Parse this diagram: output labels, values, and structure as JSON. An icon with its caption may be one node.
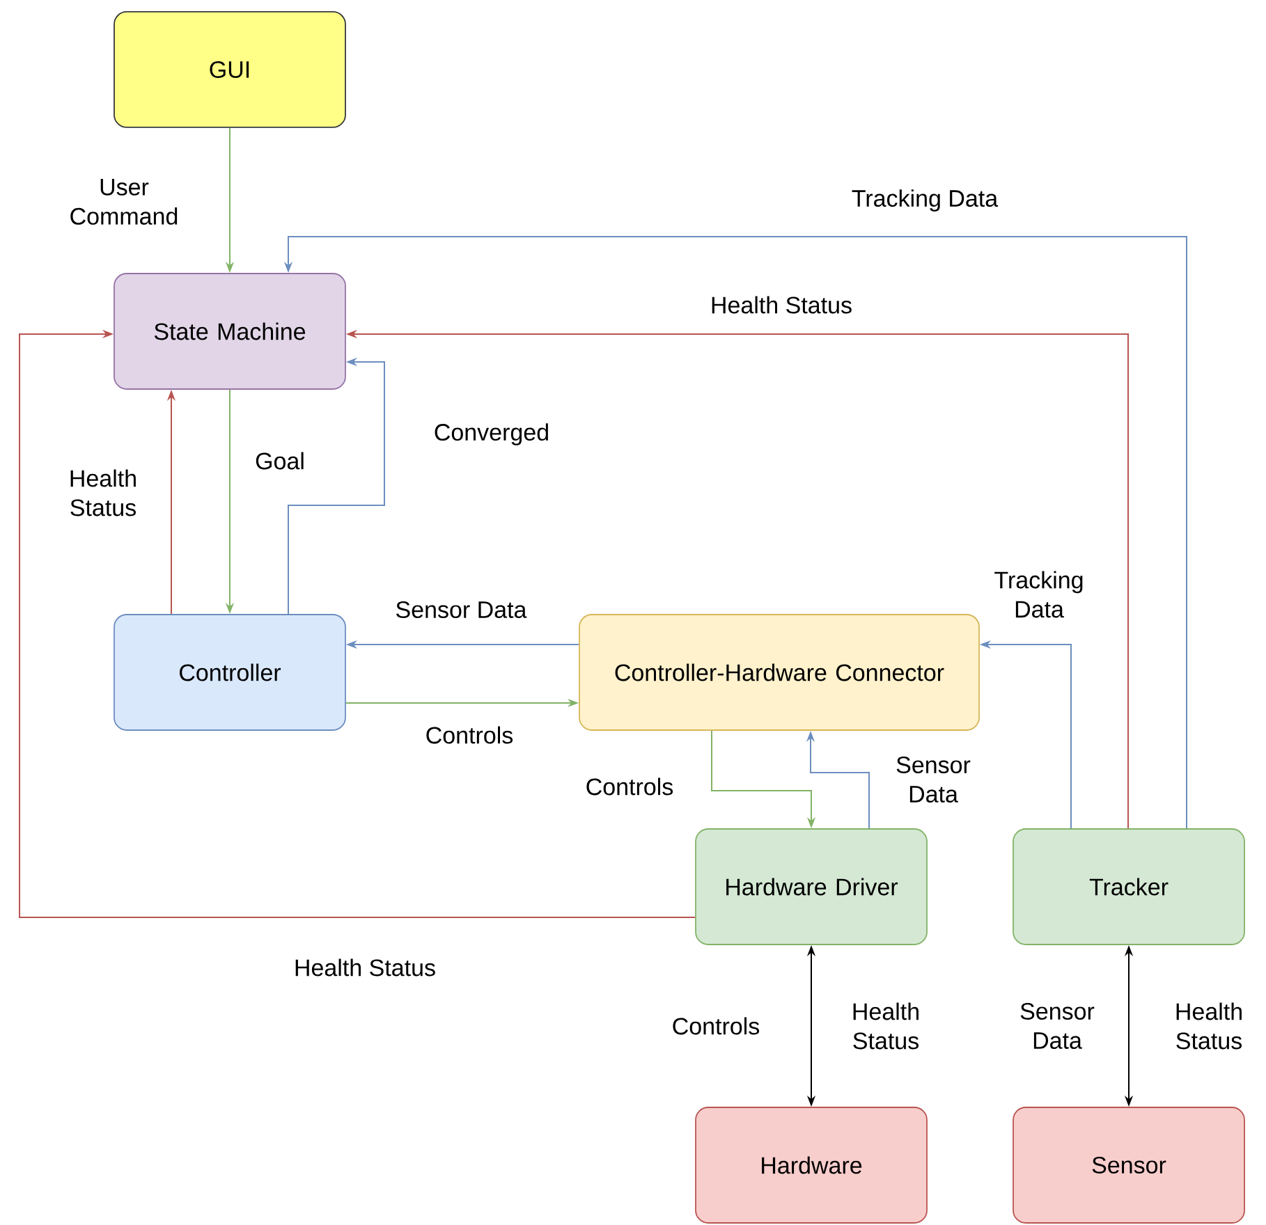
{
  "diagram": {
    "nodes": [
      {
        "text": [
          "GUI"
        ]
      },
      {
        "text": [
          "State Machine"
        ]
      },
      {
        "text": [
          "Controller"
        ]
      },
      {
        "text": [
          "Controller-Hardware Connector"
        ]
      },
      {
        "text": [
          "Hardware Driver"
        ]
      },
      {
        "text": [
          "Tracker"
        ]
      },
      {
        "text": [
          "Hardware"
        ]
      },
      {
        "text": [
          "Sensor"
        ]
      }
    ],
    "edges": [
      {
        "from": 0,
        "to": 1,
        "arrow": "to",
        "label": "User Command",
        "color": "#82b366"
      },
      {
        "from": 5,
        "to": 1,
        "arrow": "to",
        "label": "Tracking Data",
        "color": "#6c8ebf"
      },
      {
        "from": 5,
        "to": 1,
        "arrow": "to",
        "label": "Health Status",
        "color": "#b85450"
      },
      {
        "from": 1,
        "to": 2,
        "arrow": "to",
        "label": "Goal",
        "color": "#82b366"
      },
      {
        "from": 2,
        "to": 1,
        "arrow": "to",
        "label": "Health Status",
        "color": "#b85450"
      },
      {
        "from": 2,
        "to": 1,
        "arrow": "to",
        "label": "Converged",
        "color": "#6c8ebf"
      },
      {
        "from": 3,
        "to": 2,
        "arrow": "to",
        "label": "Sensor Data",
        "color": "#6c8ebf"
      },
      {
        "from": 2,
        "to": 3,
        "arrow": "to",
        "label": "Controls",
        "color": "#82b366"
      },
      {
        "from": 3,
        "to": 4,
        "arrow": "to",
        "label": "Controls",
        "color": "#82b366"
      },
      {
        "from": 4,
        "to": 3,
        "arrow": "to",
        "label": "Sensor Data",
        "color": "#6c8ebf"
      },
      {
        "from": 5,
        "to": 3,
        "arrow": "to",
        "label": "Tracking Data",
        "color": "#6c8ebf"
      },
      {
        "from": 4,
        "to": 1,
        "arrow": "to",
        "label": "Health Status",
        "color": "#b85450"
      },
      {
        "from": 4,
        "to": 6,
        "arrow": "both",
        "label": "Controls",
        "color": "#000000"
      },
      {
        "from": 5,
        "to": 7,
        "arrow": "both",
        "label": "Sensor Data",
        "color": "#000000"
      }
    ],
    "labels": [
      "Health Status",
      "Health Status"
    ]
  }
}
